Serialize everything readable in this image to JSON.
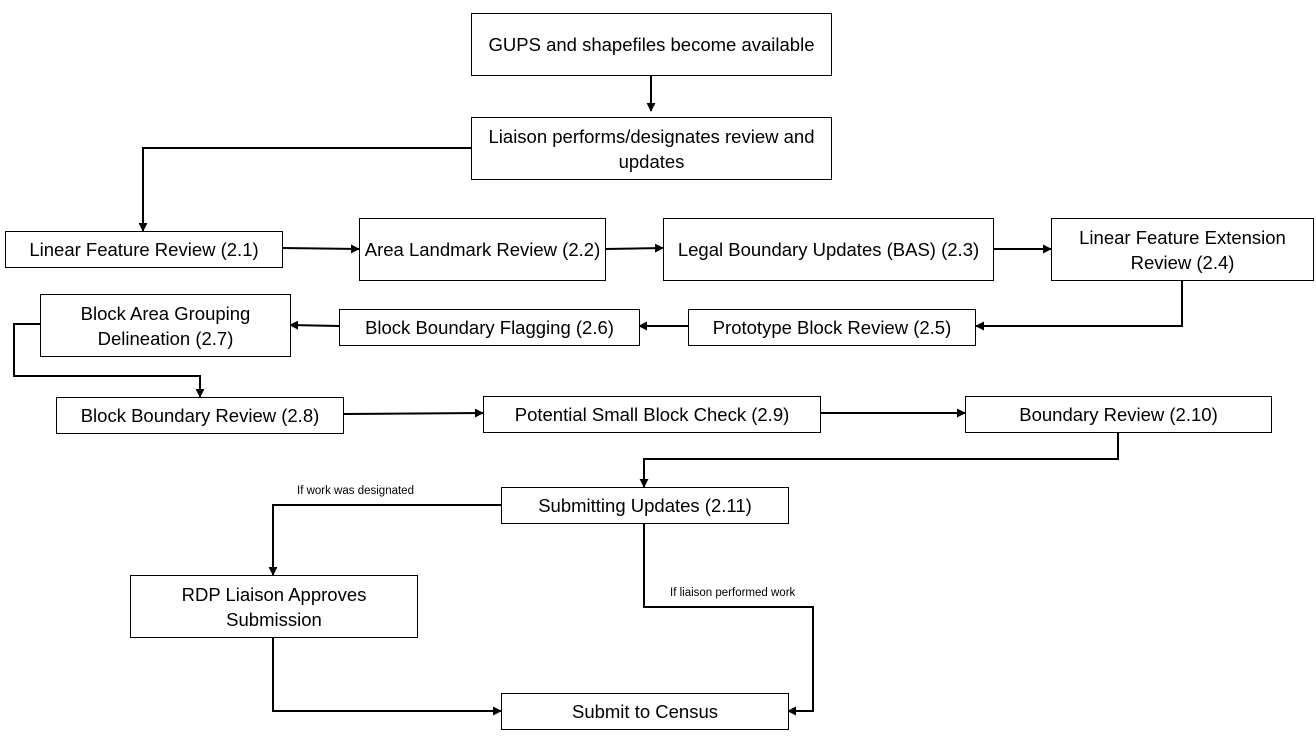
{
  "nodes": {
    "gups": "GUPS and shapefiles become available",
    "liaison": "Liaison performs/designates review and updates",
    "n21": "Linear Feature Review (2.1)",
    "n22": "Area Landmark Review (2.2)",
    "n23": "Legal Boundary Updates (BAS) (2.3)",
    "n24": "Linear Feature Extension Review (2.4)",
    "n25": "Prototype Block Review (2.5)",
    "n26": "Block Boundary Flagging (2.6)",
    "n27": "Block Area Grouping Delineation (2.7)",
    "n28": "Block Boundary Review (2.8)",
    "n29": "Potential Small Block Check (2.9)",
    "n210": "Boundary Review (2.10)",
    "n211": "Submitting Updates (2.11)",
    "rdp": "RDP Liaison Approves Submission",
    "census": "Submit to Census"
  },
  "edge_labels": {
    "designated": "If work was designated",
    "performed": "If liaison performed work"
  },
  "colors": {
    "line": "#000000",
    "box_border": "#000000",
    "background": "#ffffff"
  }
}
